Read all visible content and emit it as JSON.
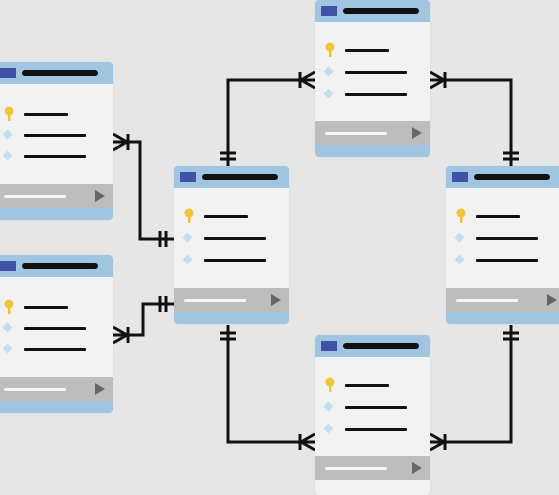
{
  "colors": {
    "background": "#e6e6e6",
    "card": "#f2f2f2",
    "header": "#9fc5e0",
    "header_square": "#3f52a8",
    "footer": "#bdbdbd",
    "key": "#f2c437",
    "diamond": "#bfe0ef",
    "line": "#111111"
  },
  "tables": [
    {
      "id": "table-left-top",
      "rows": [
        "key",
        "field",
        "field"
      ]
    },
    {
      "id": "table-left-bottom",
      "rows": [
        "key",
        "field",
        "field"
      ]
    },
    {
      "id": "table-center",
      "rows": [
        "key",
        "field",
        "field"
      ]
    },
    {
      "id": "table-top",
      "rows": [
        "key",
        "field",
        "field"
      ]
    },
    {
      "id": "table-bottom",
      "rows": [
        "key",
        "field",
        "field"
      ]
    },
    {
      "id": "table-right",
      "rows": [
        "key",
        "field",
        "field"
      ]
    }
  ],
  "relationships": [
    {
      "from": "table-left-top",
      "to": "table-center",
      "from_end": "one-or-many",
      "to_end": "one-and-only-one"
    },
    {
      "from": "table-left-bottom",
      "to": "table-center",
      "from_end": "one-or-many",
      "to_end": "one-and-only-one"
    },
    {
      "from": "table-center",
      "to": "table-top",
      "from_end": "one-and-only-one",
      "to_end": "one-or-many"
    },
    {
      "from": "table-center",
      "to": "table-bottom",
      "from_end": "one-and-only-one",
      "to_end": "one-or-many"
    },
    {
      "from": "table-top",
      "to": "table-right",
      "from_end": "one-or-many",
      "to_end": "one-and-only-one"
    },
    {
      "from": "table-bottom",
      "to": "table-right",
      "from_end": "one-or-many",
      "to_end": "one-and-only-one"
    }
  ]
}
